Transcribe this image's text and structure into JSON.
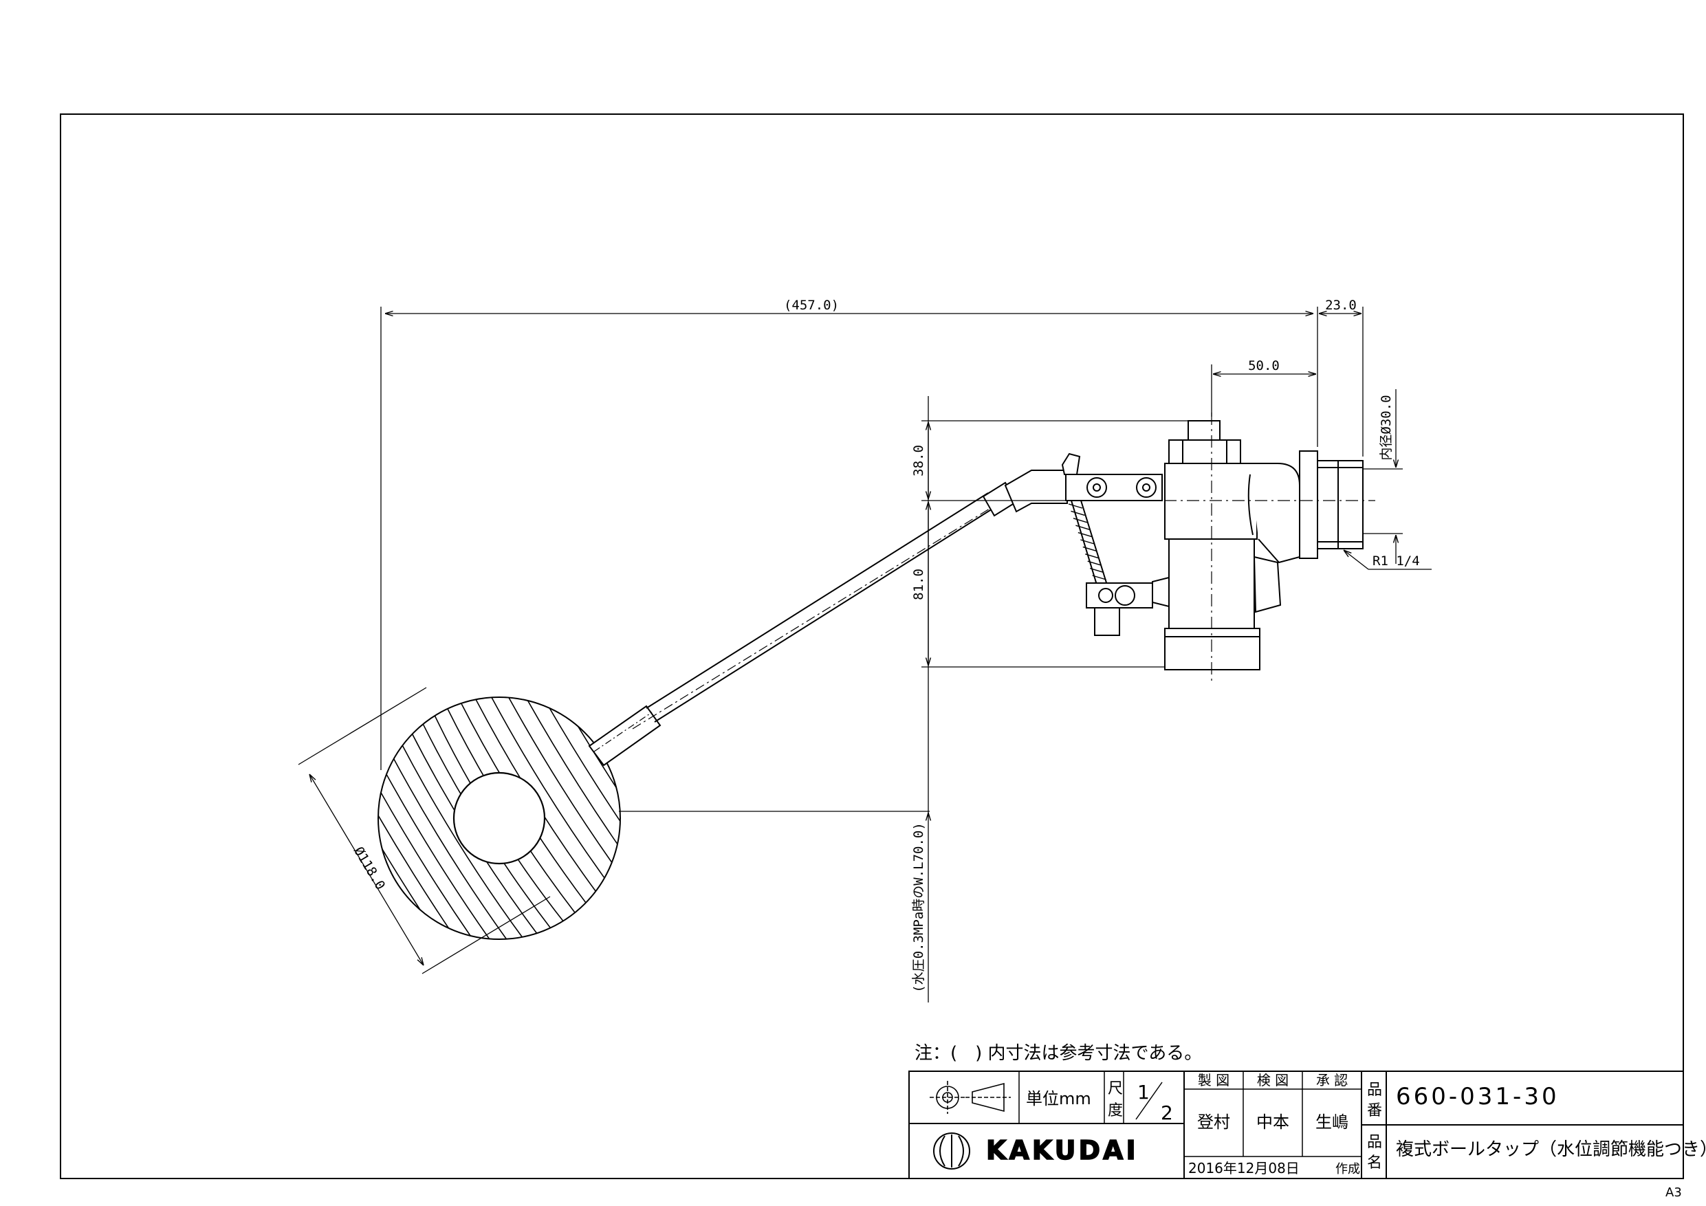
{
  "dimensions": {
    "overall_length": "(457.0)",
    "thread_length": "23.0",
    "inlet_offset": "50.0",
    "inner_diameter": "内径Ø30.0",
    "upper_height": "38.0",
    "body_height": "81.0",
    "water_level_note": "(水圧0.3MPa時のW.L70.0)",
    "ball_diameter": "Ø118.0",
    "thread_spec": "R1 1/4"
  },
  "note": "注：(　) 内寸法は参考寸法である。",
  "title_block": {
    "unit": "単位mm",
    "scale_label": "尺度",
    "scale_num": "1",
    "scale_den": "2",
    "headers": [
      "製 図",
      "検 図",
      "承 認"
    ],
    "names": [
      "登村",
      "中本",
      "生嶋"
    ],
    "part_no_label": "品番",
    "part_no": "660-031-30",
    "part_name_label": "品名",
    "part_name": "複式ボールタップ（水位調節機能つき）",
    "brand": "KAKUDAI",
    "date": "2016年12月08日",
    "created": "作成",
    "sheet": "A3"
  }
}
